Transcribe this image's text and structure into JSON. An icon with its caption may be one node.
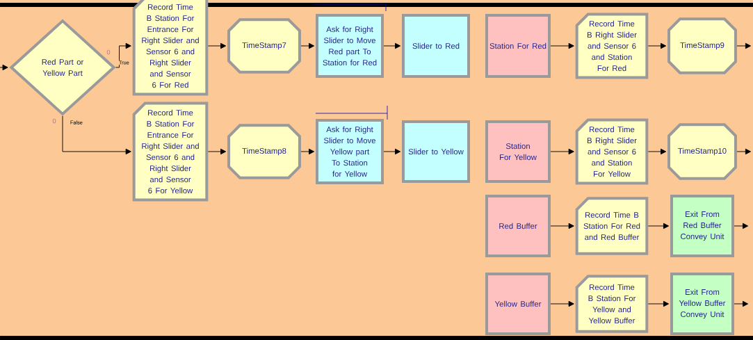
{
  "diagram": {
    "nodes": [
      {
        "text": [
          "Red Part or Yellow Part"
        ],
        "beside": [
          "0",
          "0"
        ]
      },
      {
        "text": [
          "Record Time B Station For Entrance For Right Slider and Sensor 6 and Right Slider and Sensor 6 For Red"
        ]
      },
      {
        "text": [
          "TimeStamp7"
        ]
      },
      {
        "text": [
          "Ask for Right Slider to Move Red part To Station for Red"
        ]
      },
      {
        "text": [
          "Slider to Red"
        ]
      },
      {
        "text": [
          "Station For Red"
        ]
      },
      {
        "text": [
          "Record Time B Right Slider and Sensor 6 and Station For Red"
        ]
      },
      {
        "text": [
          "TimeStamp9"
        ]
      },
      {
        "text": [
          "Record Time B Station For Entrance For Right Slider and Sensor 6 and Right Slider and Sensor 6 For Yellow"
        ]
      },
      {
        "text": [
          "TimeStamp8"
        ]
      },
      {
        "text": [
          "Ask for Right Slider to Move Yellow part To Station for Yellow"
        ]
      },
      {
        "text": [
          "Slider to Yellow"
        ]
      },
      {
        "text": [
          "Station For Yellow"
        ]
      },
      {
        "text": [
          "Record Time B Right Slider and Sensor 6 and Station For Yellow"
        ]
      },
      {
        "text": [
          "TimeStamp10"
        ]
      },
      {
        "text": [
          "Red Buffer"
        ]
      },
      {
        "text": [
          "Record Time B Station For Red and Red Buffer"
        ]
      },
      {
        "text": [
          "Exit From Red Buffer Convey Unit"
        ]
      },
      {
        "text": [
          "Yellow Buffer"
        ]
      },
      {
        "text": [
          "Record Time B Station For Yellow and Yellow Buffer"
        ]
      },
      {
        "text": [
          "Exit From Yellow Buffer Convey Unit"
        ]
      }
    ],
    "edges": [
      {
        "from": null,
        "to": 0,
        "arrow": "to"
      },
      {
        "from": 0,
        "to": 1,
        "arrow": "to",
        "label": "True"
      },
      {
        "from": 0,
        "to": 8,
        "arrow": "to",
        "label": "False"
      },
      {
        "from": 1,
        "to": 2,
        "arrow": "to"
      },
      {
        "from": 2,
        "to": 3,
        "arrow": "to"
      },
      {
        "from": 3,
        "to": 4,
        "arrow": "to"
      },
      {
        "from": 5,
        "to": 6,
        "arrow": "to"
      },
      {
        "from": 6,
        "to": 7,
        "arrow": "to"
      },
      {
        "from": 7,
        "to": null,
        "arrow": "to"
      },
      {
        "from": 8,
        "to": 9,
        "arrow": "to"
      },
      {
        "from": 9,
        "to": 10,
        "arrow": "to"
      },
      {
        "from": 10,
        "to": 11,
        "arrow": "to"
      },
      {
        "from": 12,
        "to": 13,
        "arrow": "to"
      },
      {
        "from": 13,
        "to": 14,
        "arrow": "to"
      },
      {
        "from": 14,
        "to": null,
        "arrow": "to"
      },
      {
        "from": 15,
        "to": 16,
        "arrow": "to"
      },
      {
        "from": 16,
        "to": 17,
        "arrow": "to"
      },
      {
        "from": 17,
        "to": null,
        "arrow": "to"
      },
      {
        "from": 18,
        "to": 19,
        "arrow": "to"
      },
      {
        "from": 19,
        "to": 20,
        "arrow": "to"
      },
      {
        "from": 20,
        "to": null,
        "arrow": "to"
      }
    ]
  }
}
